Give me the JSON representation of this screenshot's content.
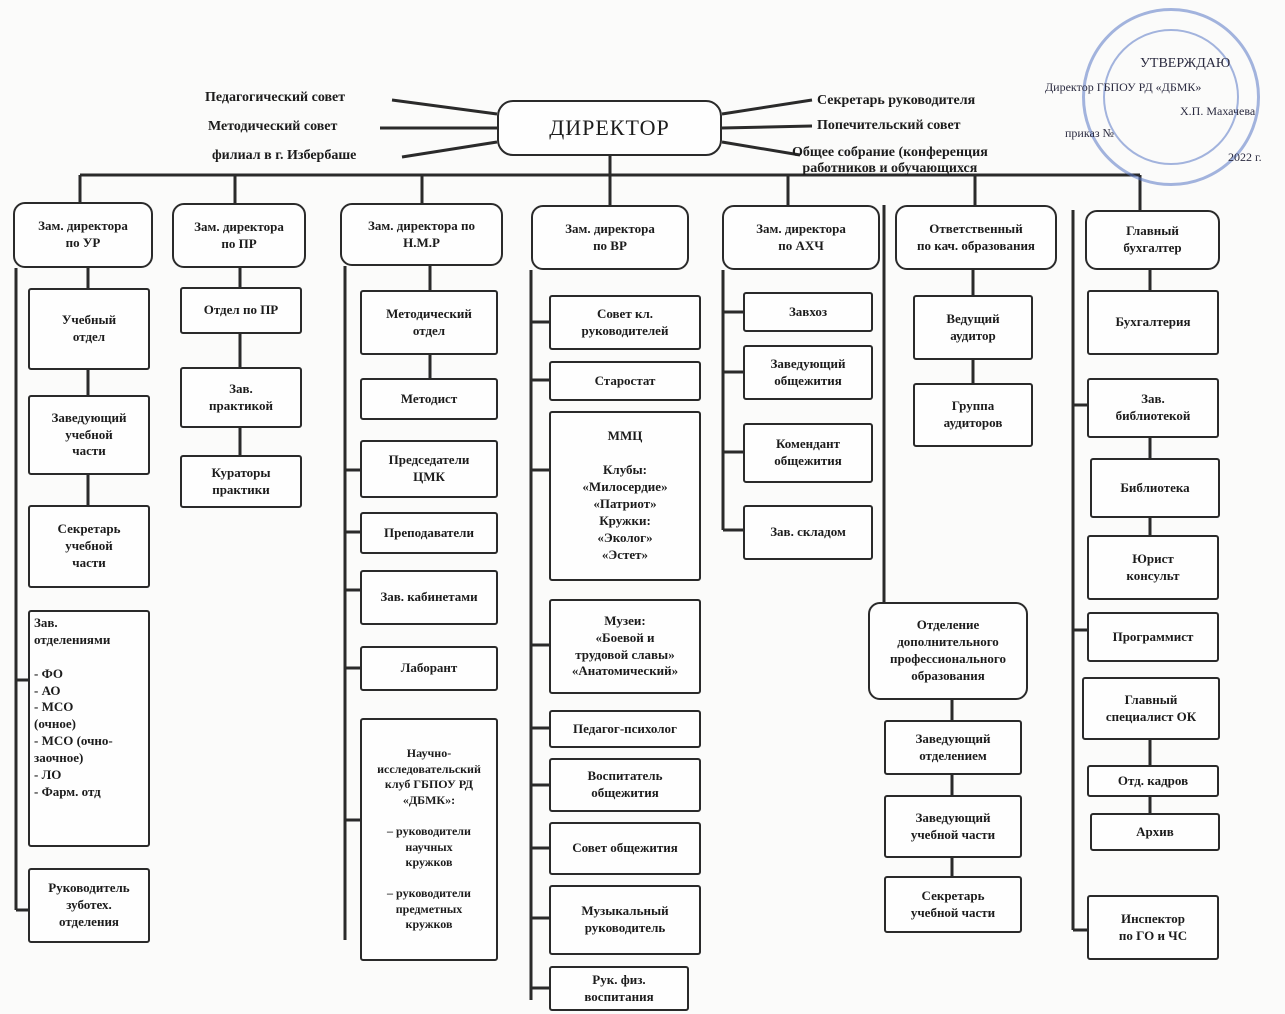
{
  "approval": {
    "line1": "УТВЕРЖДАЮ",
    "line2": "Директор ГБПОУ РД «ДБМК»",
    "line3": "Х.П. Махачева",
    "line4": "приказ №",
    "line5": "2022 г."
  },
  "director": "ДИРЕКТОР",
  "left_councils": [
    "Педагогический совет",
    "Методический совет",
    "филиал в г. Избербаше"
  ],
  "right_councils": [
    "Секретарь руководителя",
    "Попечительский совет",
    "Общее собрание (конференция\nработников и обучающихся"
  ],
  "columns": [
    {
      "head": "Зам. директора\nпо УР",
      "items": [
        "Учебный\nотдел",
        "Заведующий\nучебной\nчасти",
        "Секретарь\nучебной\nчасти",
        "Зав.\nотделениями\n\n- ФО\n- АО\n- МСО\n(очное)\n- МСО (очно-\nзаочное)\n- ЛО\n- Фарм. отд",
        "Руководитель\nзуботех.\nотделения"
      ]
    },
    {
      "head": "Зам. директора\nпо ПР",
      "items": [
        "Отдел по ПР",
        "Зав.\nпрактикой",
        "Кураторы\nпрактики"
      ]
    },
    {
      "head": "Зам. директора по\nН.М.Р",
      "items": [
        "Методический\nотдел",
        "Методист",
        "Председатели\nЦМК",
        "Преподаватели",
        "Зав. кабинетами",
        "Лаборант",
        "Научно-\nисследовательский\nклуб ГБПОУ РД\n«ДБМК»:\n\n– руководители\nнаучных\nкружков\n\n– руководители\nпредметных\nкружков"
      ]
    },
    {
      "head": "Зам. директора\nпо ВР",
      "items": [
        "Совет кл.\nруководителей",
        "Старостат",
        "ММЦ\n\nКлубы:\n«Милосердие»\n«Патриот»\nКружки:\n«Эколог»\n«Эстет»",
        "Музеи:\n«Боевой и\nтрудовой славы»\n«Анатомический»",
        "Педагог-психолог",
        "Воспитатель\nобщежития",
        "Совет общежития",
        "Музыкальный\nруководитель",
        "Рук. физ.\nвоспитания"
      ]
    },
    {
      "head": "Зам. директора\nпо АХЧ",
      "items": [
        "Завхоз",
        "Заведующий\nобщежития",
        "Комендант\nобщежития",
        "Зав. складом"
      ]
    },
    {
      "head": "Ответственный\nпо кач. образования",
      "items": [
        "Ведущий\nаудитор",
        "Группа\nаудиторов",
        "Отделение\nдополнительного\nпрофессионального\nобразования",
        "Заведующий\nотделением",
        "Заведующий\nучебной части",
        "Секретарь\nучебной части"
      ]
    },
    {
      "head": "Главный\nбухгалтер",
      "items": [
        "Бухгалтерия",
        "Зав.\nбиблиотекой",
        "Библиотека",
        "Юрист\nконсульт",
        "Программист",
        "Главный\nспециалист ОК",
        "Отд. кадров",
        "Архив",
        "Инспектор\nпо ГО и ЧС"
      ]
    }
  ]
}
